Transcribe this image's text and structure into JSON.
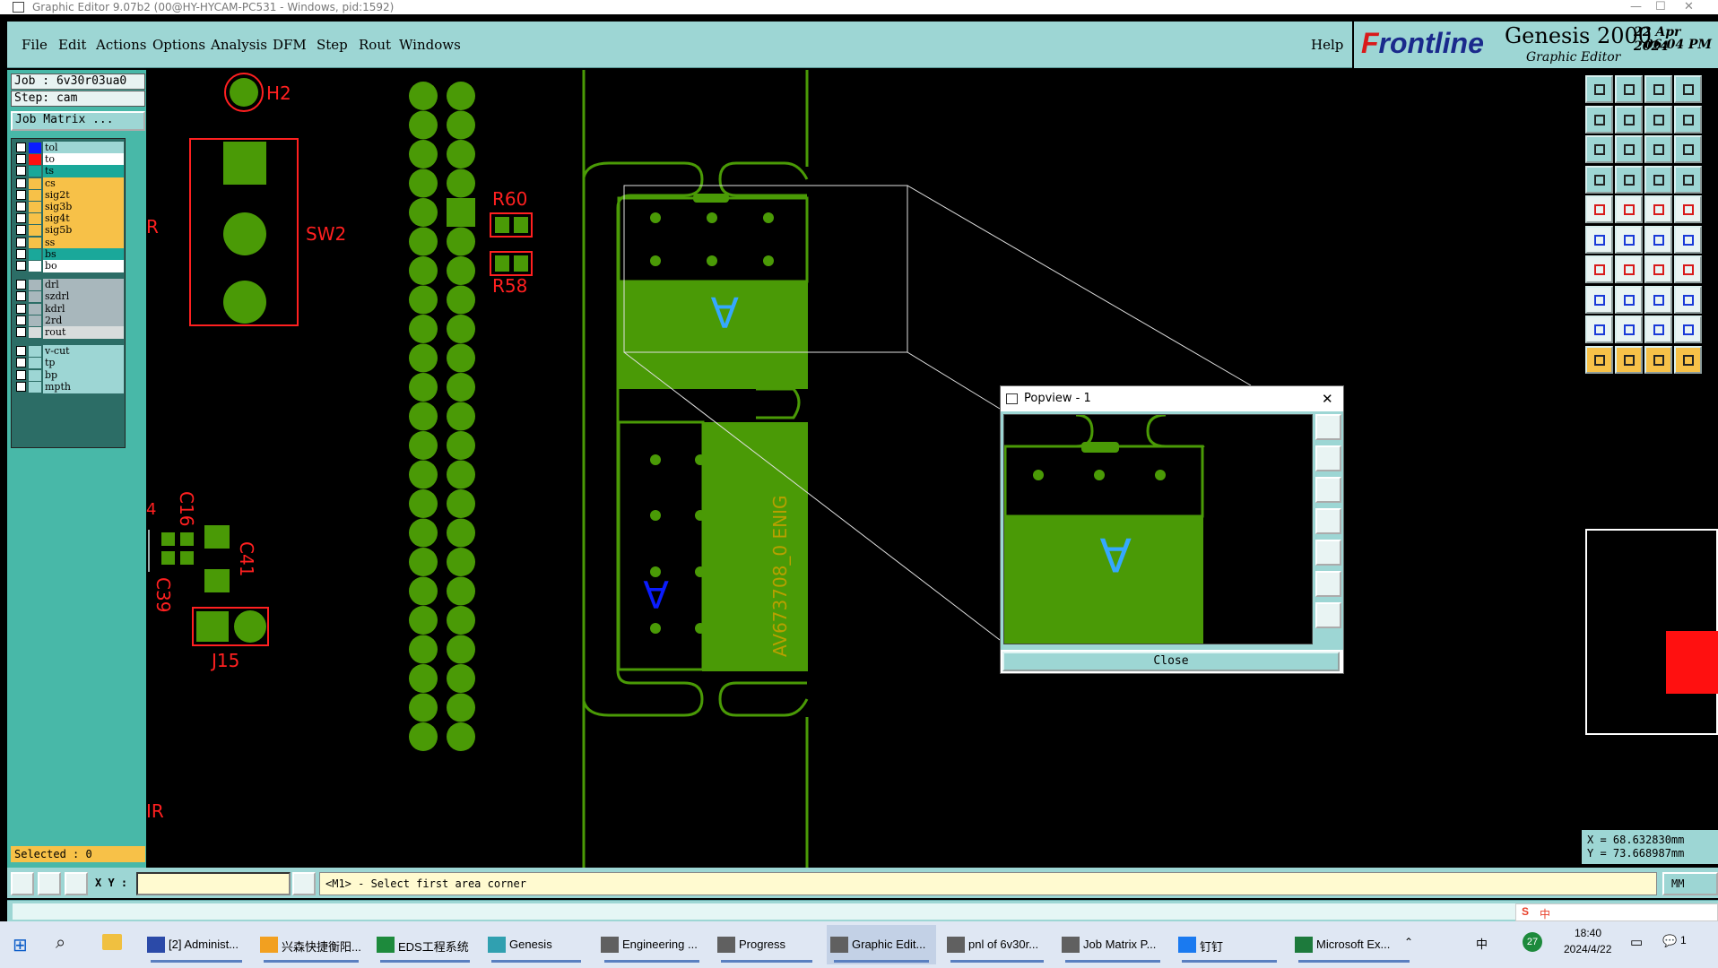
{
  "window": {
    "title": "Graphic Editor 9.07b2 (00@HY-HYCAM-PC531 - Windows, pid:1592)"
  },
  "menu": {
    "items": [
      "File",
      "Edit",
      "Actions",
      "Options",
      "Analysis",
      "DFM",
      "Step",
      "Rout",
      "Windows"
    ],
    "help": "Help"
  },
  "brand": {
    "logo_pre": "F",
    "logo_main": "rontline",
    "product": "Genesis 2000",
    "subtitle": "Graphic Editor",
    "date": "22 Apr 2024",
    "time": "06:04 PM"
  },
  "job": {
    "job_line": "Job : 6v30r03ua0",
    "step_line": "Step: cam",
    "matrix_button": "Job Matrix ...",
    "selected_line": "Selected : 0"
  },
  "layers": [
    {
      "name": "tol",
      "color": "#0a1cff",
      "bg": "#9dd6d4"
    },
    {
      "name": "to",
      "color": "#ff1010",
      "bg": "#ffffff"
    },
    {
      "name": "ts",
      "color": "#1aa89a",
      "bg": "#1aa89a"
    },
    {
      "name": "cs",
      "color": "#f7c148",
      "bg": "#f7c148"
    },
    {
      "name": "sig2t",
      "color": "#f7c148",
      "bg": "#f7c148"
    },
    {
      "name": "sig3b",
      "color": "#f7c148",
      "bg": "#f7c148"
    },
    {
      "name": "sig4t",
      "color": "#f7c148",
      "bg": "#f7c148"
    },
    {
      "name": "sig5b",
      "color": "#f7c148",
      "bg": "#f7c148"
    },
    {
      "name": "ss",
      "color": "#f7c148",
      "bg": "#f7c148"
    },
    {
      "name": "bs",
      "color": "#1aa89a",
      "bg": "#1aa89a"
    },
    {
      "name": "bo",
      "color": "#ffffff",
      "bg": "#ffffff"
    },
    {
      "name": "drl",
      "color": "#a8b7bc",
      "bg": "#a8b7bc"
    },
    {
      "name": "szdrl",
      "color": "#a8b7bc",
      "bg": "#a8b7bc"
    },
    {
      "name": "kdrl",
      "color": "#a8b7bc",
      "bg": "#a8b7bc"
    },
    {
      "name": "2rd",
      "color": "#a8b7bc",
      "bg": "#a8b7bc"
    },
    {
      "name": "rout",
      "color": "#d8dcdc",
      "bg": "#d8dcdc"
    },
    {
      "name": "v-cut",
      "color": "#9dd6d4",
      "bg": "#9dd6d4"
    },
    {
      "name": "tp",
      "color": "#9dd6d4",
      "bg": "#9dd6d4"
    },
    {
      "name": "bp",
      "color": "#9dd6d4",
      "bg": "#9dd6d4"
    },
    {
      "name": "mpth",
      "color": "#9dd6d4",
      "bg": "#9dd6d4"
    }
  ],
  "canvas": {
    "labels": {
      "h2": "H2",
      "sw2": "SW2",
      "r60": "R60",
      "r58": "R58",
      "c16": "C16",
      "c41": "C41",
      "c39": "C39",
      "j15": "J15",
      "edge_r": "R",
      "edge_4": "4",
      "edge_ir": "IR",
      "board_text": "AV673708_0 ENIG",
      "mark_a": "A"
    },
    "colors": {
      "copper": "#4a9a06",
      "silk": "#ff2020",
      "mark": "#35a8ff"
    }
  },
  "popview": {
    "title": "Popview - 1",
    "close_label": "Close"
  },
  "coords": {
    "x": "X = 68.632830mm",
    "y": "Y = 73.668987mm"
  },
  "status": {
    "xy_label": "X Y :",
    "xy_value": "",
    "prompt": "<M1> - Select first area corner",
    "unit": "MM"
  },
  "taskbar": {
    "items": [
      {
        "label": "[2] Administ...",
        "color": "#2b4aa8"
      },
      {
        "label": "兴森快捷衡阳...",
        "color": "#f2a020"
      },
      {
        "label": "EDS工程系统",
        "color": "#1d8a3c"
      },
      {
        "label": "Genesis",
        "color": "#30a0b0"
      },
      {
        "label": "Engineering ...",
        "color": "#606060"
      },
      {
        "label": "Progress",
        "color": "#606060"
      },
      {
        "label": "Graphic Edit...",
        "color": "#606060"
      },
      {
        "label": "pnl of 6v30r...",
        "color": "#606060"
      },
      {
        "label": "Job Matrix P...",
        "color": "#606060"
      },
      {
        "label": "钉钉",
        "color": "#1a7af0"
      },
      {
        "label": "Microsoft Ex...",
        "color": "#1d7a3c"
      }
    ],
    "clock_time": "18:40",
    "clock_date": "2024/4/22",
    "badge": "27",
    "ime": "中",
    "notif": "1"
  }
}
